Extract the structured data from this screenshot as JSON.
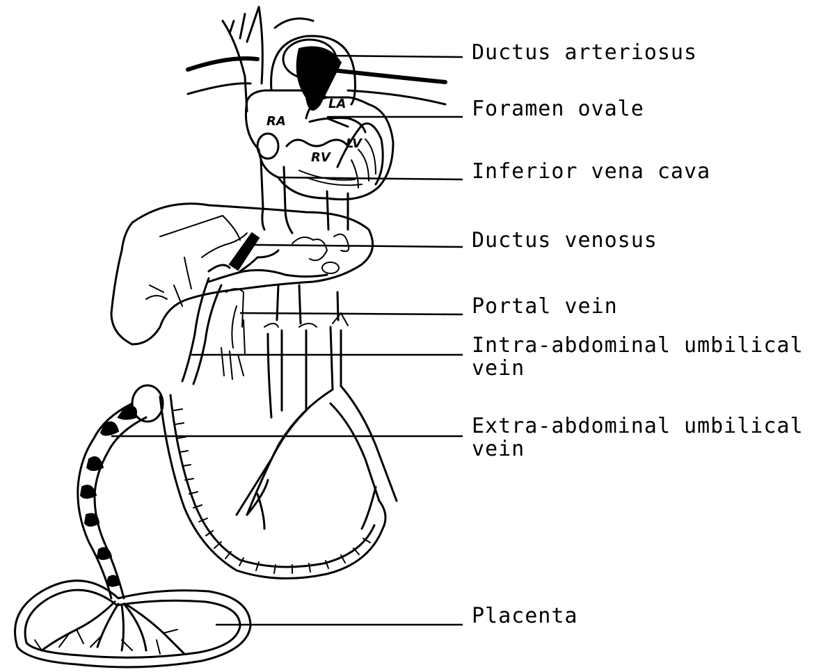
{
  "labels": {
    "ductus_arteriosus": "Ductus arteriosus",
    "foramen_ovale": "Foramen ovale",
    "inferior_vena_cava": "Inferior vena cava",
    "ductus_venosus": "Ductus venosus",
    "portal_vein": "Portal vein",
    "intra_abdominal_line1": "Intra-abdominal umbilical",
    "intra_abdominal_line2": "vein",
    "extra_abdominal_line1": "Extra-abdominal umbilical",
    "extra_abdominal_line2": "vein",
    "placenta": "Placenta"
  },
  "chambers": {
    "ra": "RA",
    "la": "LA",
    "rv": "RV",
    "lv": "LV"
  },
  "colors": {
    "ink": "#000000",
    "background": "#ffffff"
  }
}
